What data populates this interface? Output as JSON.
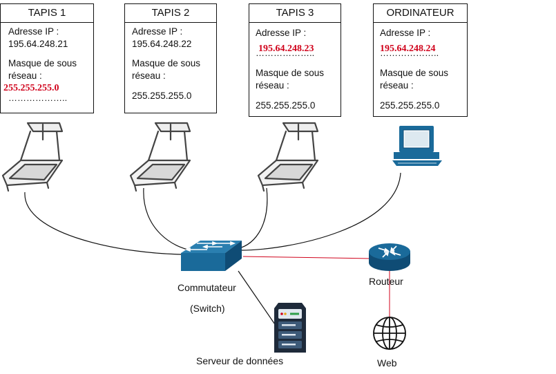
{
  "devices": [
    {
      "title": "TAPIS 1",
      "ip_label": "Adresse IP :",
      "ip": "195.64.248.21",
      "mask_label_1": "Masque de sous",
      "mask_label_2": "réseau :",
      "mask": "255.255.255.0",
      "dots": "……………….."
    },
    {
      "title": "TAPIS 2",
      "ip_label": "Adresse IP :",
      "ip": "195.64.248.22",
      "mask_label_1": "Masque de sous",
      "mask_label_2": "réseau :",
      "mask": "255.255.255.0"
    },
    {
      "title": "TAPIS 3",
      "ip_label": "Adresse IP :",
      "ip": "195.64.248.23",
      "dots": "………………..",
      "mask_label_1": "Masque de sous",
      "mask_label_2": "réseau :",
      "mask": "255.255.255.0"
    },
    {
      "title": "ORDINATEUR",
      "ip_label": "Adresse IP :",
      "ip": "195.64.248.24",
      "dots": "………………..",
      "mask_label_1": "Masque de sous",
      "mask_label_2": "réseau :",
      "mask": "255.255.255.0"
    }
  ],
  "labels": {
    "switch_1": "Commutateur",
    "switch_2": "(Switch)",
    "router": "Routeur",
    "server": "Serveur de données",
    "web": "Web"
  },
  "colors": {
    "accent_red": "#d0021b",
    "device_blue": "#1a6a9a",
    "device_dark": "#0f4c75"
  },
  "icons": [
    "treadmill-icon",
    "computer-icon",
    "switch-icon",
    "router-icon",
    "server-icon",
    "globe-icon"
  ]
}
